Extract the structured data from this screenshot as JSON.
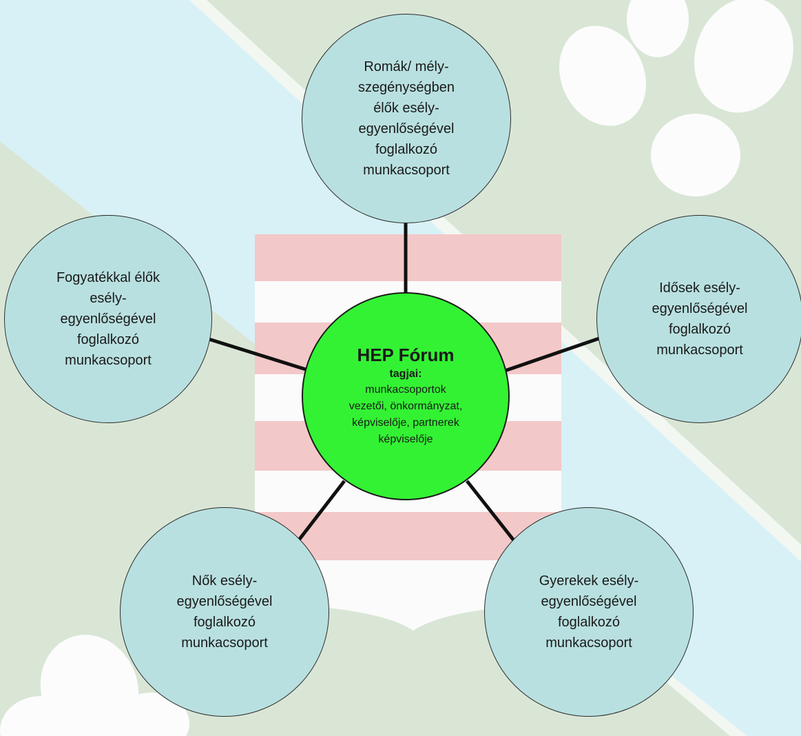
{
  "colors": {
    "background": "#d9e6d6",
    "node_fill": "#b9e0e0",
    "center_fill": "#33f233",
    "connector": "#111111"
  },
  "center": {
    "title": "HEP Fórum",
    "subtitle": "tagjai:",
    "body": "munkacsoportok\nvezetői, önkormányzat,\nképviselője, partnerek\nképviselője"
  },
  "groups": {
    "roma": "Romák/ mély-\nszegénységben\nélők esély-\negyenlőségével\nfoglalkozó\nmunkacsoport",
    "fogyatekkal": "Fogyatékkal élők\nesély-\negyenlőségével\nfoglalkozó\nmunkacsoport",
    "idosek": "Idősek esély-\negyenlőségével\nfoglalkozó\nmunkacsoport",
    "nok": "Nők esély-\negyenlőségével\nfoglalkozó\nmunkacsoport",
    "gyerekek": "Gyerekek esély-\negyenlőségével\nfoglalkozó\nmunkacsoport"
  }
}
